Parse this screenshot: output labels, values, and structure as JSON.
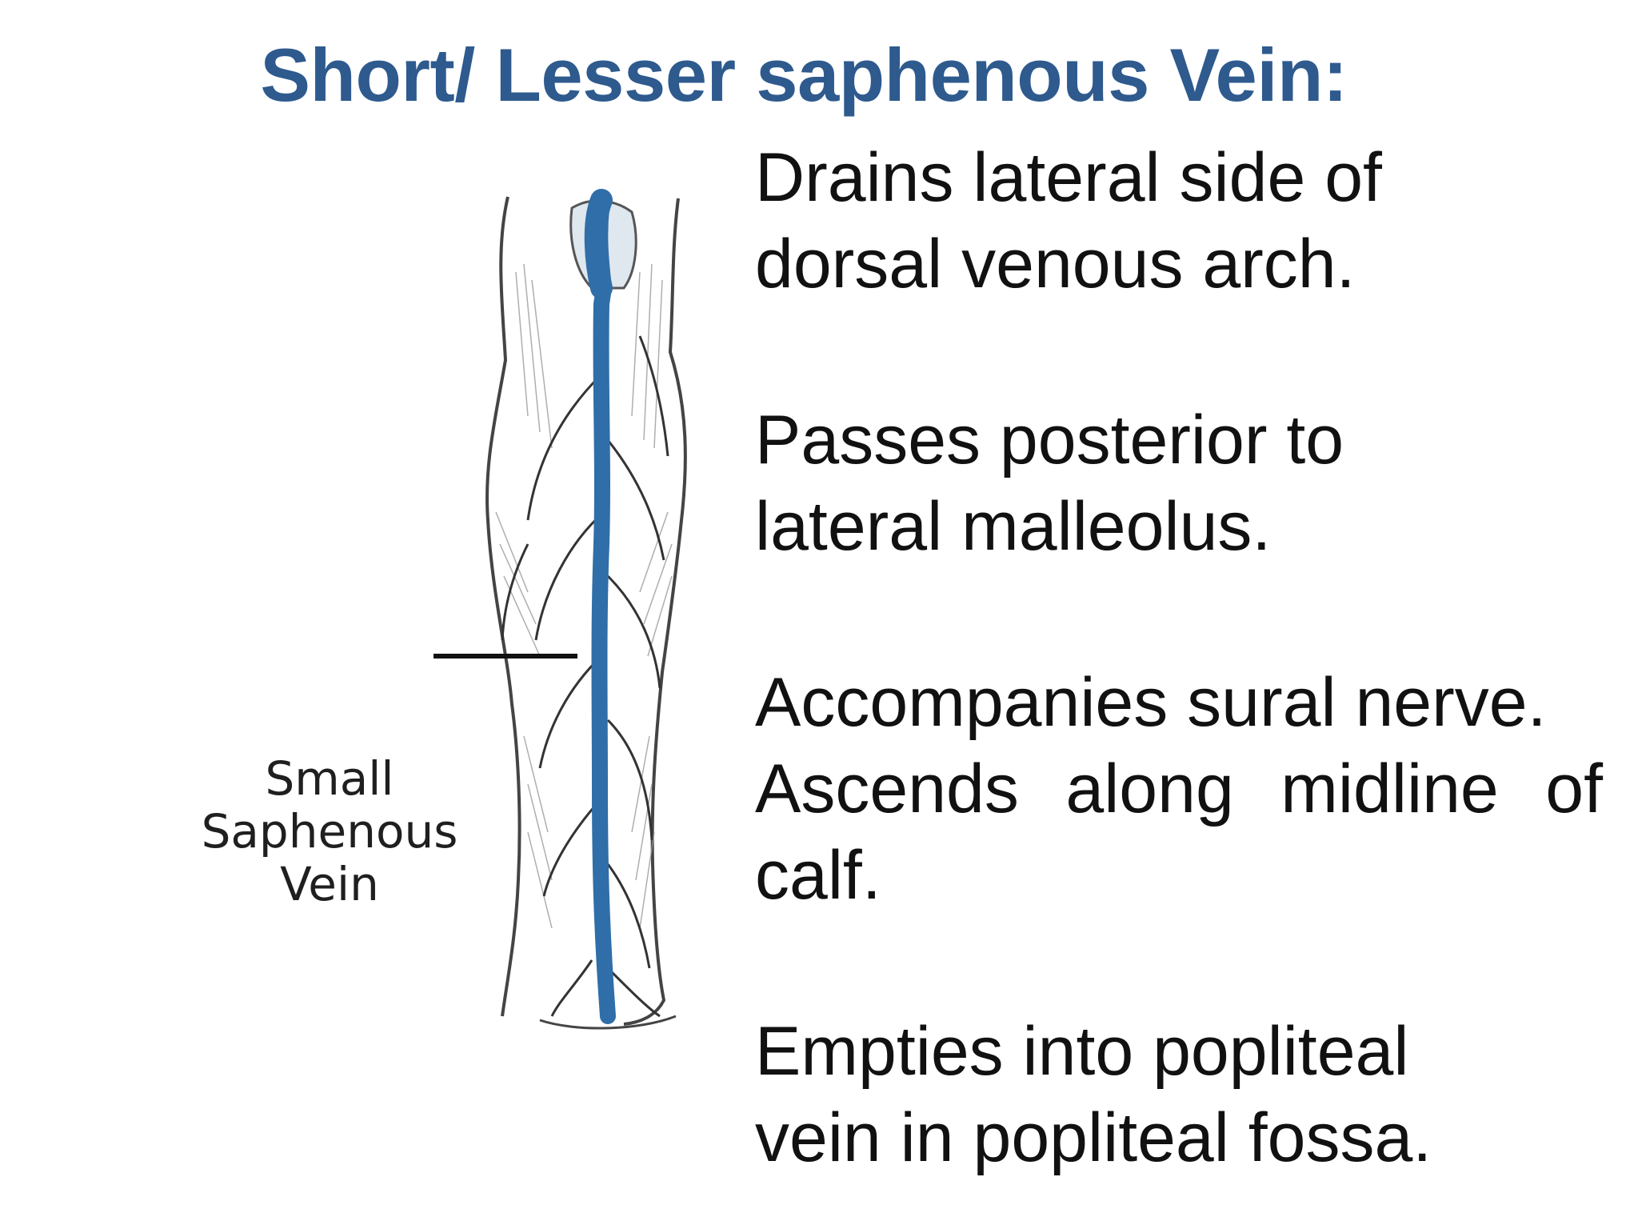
{
  "slide": {
    "title": "Short/ Lesser saphenous Vein:",
    "figure_label": [
      "Small",
      "Saphenous",
      "Vein"
    ],
    "points": [
      {
        "lines": [
          "Drains lateral side of",
          "dorsal venous arch."
        ]
      },
      {
        "lines": [
          "Passes posterior to",
          "lateral malleolus."
        ]
      },
      {
        "lines": [
          "Accompanies sural nerve.",
          [
            "Ascends",
            "along",
            "midline",
            "of"
          ],
          "calf."
        ]
      },
      {
        "lines": [
          "Empties into popliteal",
          "vein in popliteal fossa."
        ]
      }
    ]
  },
  "colors": {
    "title": "#2e5a8e",
    "vein": "#2f6ea8",
    "text": "#111111"
  }
}
